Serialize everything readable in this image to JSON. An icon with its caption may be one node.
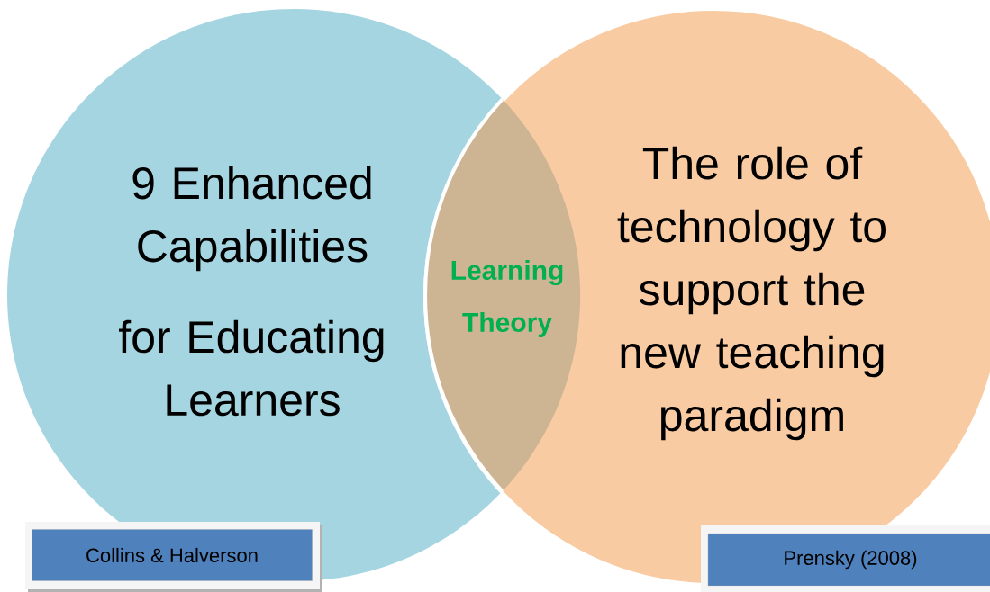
{
  "diagram": {
    "nodes": [
      {
        "text": [
          "9 Enhanced Capabilities",
          "for Educating Learners"
        ]
      },
      {
        "text": [
          "The role of technology to support the new teaching paradigm"
        ]
      },
      {
        "text": [
          "Learning Theory"
        ]
      },
      {
        "text": [
          "Collins & Halverson"
        ]
      },
      {
        "text": [
          "Prensky (2008)"
        ]
      }
    ]
  }
}
